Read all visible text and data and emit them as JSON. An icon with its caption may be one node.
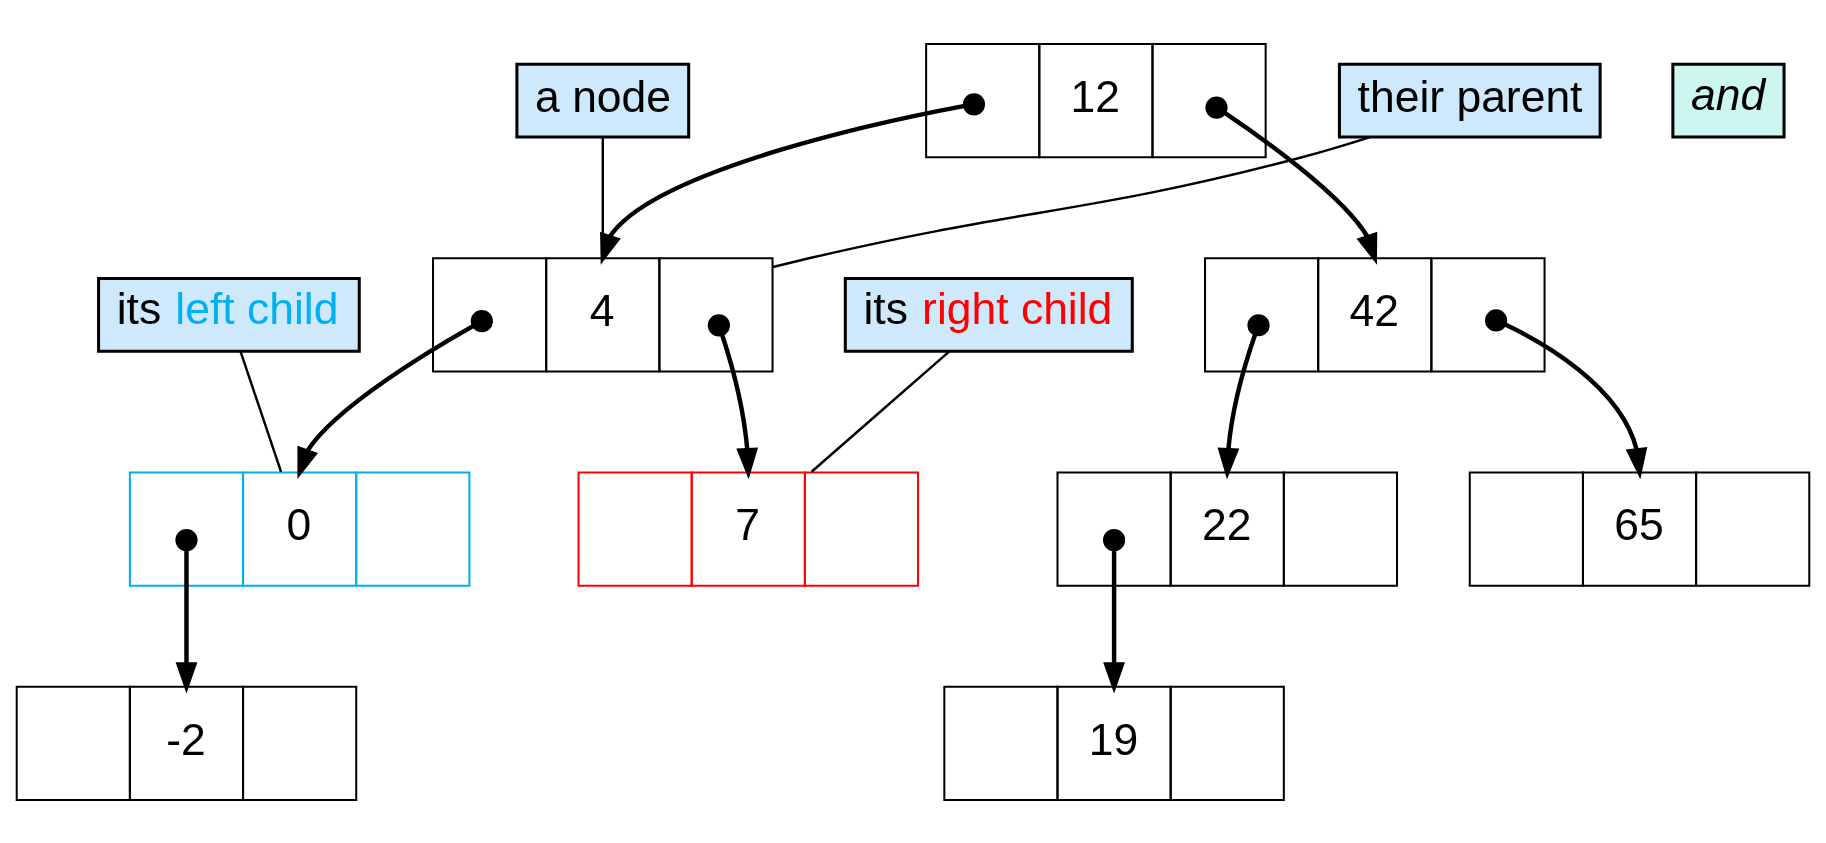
{
  "diagram": {
    "nodes": [
      {
        "text": [
          "12"
        ]
      },
      {
        "text": [
          "and"
        ]
      },
      {
        "text": [
          "a node"
        ]
      },
      {
        "text": [
          "4"
        ]
      },
      {
        "text": [
          "42"
        ]
      },
      {
        "text": [
          "its left child"
        ]
      },
      {
        "text": [
          "its right child"
        ]
      },
      {
        "text": [
          "0"
        ]
      },
      {
        "text": [
          "7"
        ]
      },
      {
        "text": [
          "22"
        ]
      },
      {
        "text": [
          "65"
        ]
      },
      {
        "text": [
          "their parent"
        ]
      },
      {
        "text": [
          "-2"
        ]
      },
      {
        "text": [
          "19"
        ]
      }
    ],
    "edges": [
      {
        "from": 0,
        "to": 3,
        "arrow": "to"
      },
      {
        "from": 0,
        "to": 4,
        "arrow": "to"
      },
      {
        "from": 3,
        "to": 7,
        "arrow": "to"
      },
      {
        "from": 3,
        "to": 8,
        "arrow": "to"
      },
      {
        "from": 4,
        "to": 9,
        "arrow": "to"
      },
      {
        "from": 4,
        "to": 10,
        "arrow": "to"
      },
      {
        "from": 7,
        "to": 12,
        "arrow": "to"
      },
      {
        "from": 9,
        "to": 13,
        "arrow": "to"
      },
      {
        "from": 2,
        "to": 3,
        "arrow": "none"
      },
      {
        "from": 5,
        "to": 7,
        "arrow": "none"
      },
      {
        "from": 6,
        "to": 8,
        "arrow": "none"
      },
      {
        "from": 11,
        "to": 3,
        "arrow": "none"
      }
    ]
  }
}
